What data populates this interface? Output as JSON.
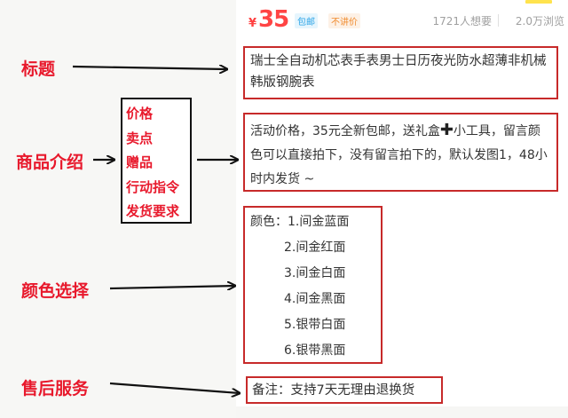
{
  "listing": {
    "currency_symbol": "¥",
    "price": "35",
    "tags": [
      "包邮",
      "不讲价"
    ],
    "wants": "1721人想要",
    "views": "2.0万浏览",
    "title": "瑞士全自动机芯表手表男士日历夜光防水超薄非机械韩版钢腕表",
    "intro_part1": "活动价格，35元全新包邮，送礼盒",
    "intro_plus": "✚",
    "intro_part2": "小工具，留言颜色可以直接拍下，没有留言拍下的，默认发图1，48小时内发货 ~",
    "color_label": "颜色：",
    "colors": [
      "1.间金蓝面",
      "2.间金红面",
      "3.间金白面",
      "4.间金黑面",
      "5.银带白面",
      "6.银带黑面"
    ],
    "after_sales": "备注：支持7天无理由退换货"
  },
  "annotations": {
    "title_label": "标题",
    "intro_label": "商品介绍",
    "intro_keys": [
      "价格",
      "卖点",
      "赠品",
      "行动指令",
      "发货要求"
    ],
    "color_label": "颜色选择",
    "after_label": "售后服务"
  },
  "colors": {
    "price": "#ff4444",
    "annotation": "#e8192c",
    "box_border": "#c72a2a",
    "tag_free": "#2aa3e6",
    "tag_fixed": "#f08a2c"
  }
}
